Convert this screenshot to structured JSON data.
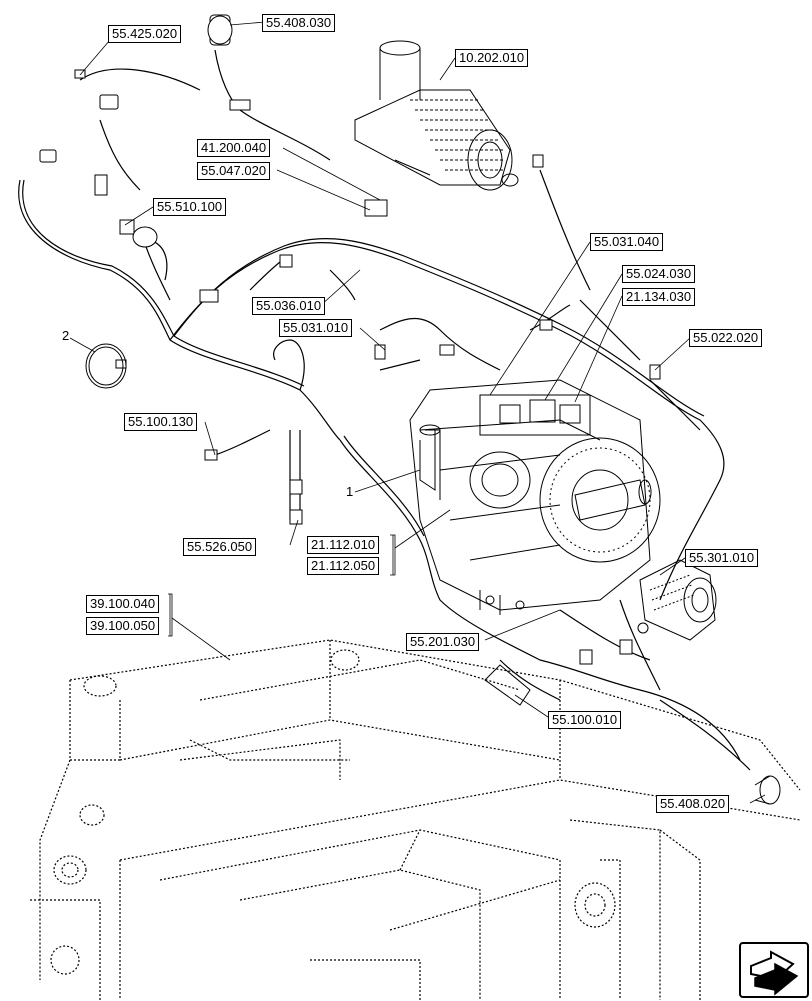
{
  "callouts": {
    "c55_425_020": "55.425.020",
    "c55_408_030": "55.408.030",
    "c10_202_010": "10.202.010",
    "c41_200_040": "41.200.040",
    "c55_047_020": "55.047.020",
    "c55_510_100": "55.510.100",
    "c55_031_040": "55.031.040",
    "c55_024_030": "55.024.030",
    "c21_134_030": "21.134.030",
    "c55_036_010": "55.036.010",
    "c55_031_010": "55.031.010",
    "c55_022_020": "55.022.020",
    "c55_100_130": "55.100.130",
    "c55_526_050": "55.526.050",
    "c21_112_010": "21.112.010",
    "c21_112_050": "21.112.050",
    "c55_301_010": "55.301.010",
    "c39_100_040": "39.100.040",
    "c39_100_050": "39.100.050",
    "c55_201_030": "55.201.030",
    "c55_100_010": "55.100.010",
    "c55_408_020": "55.408.020"
  },
  "item_numbers": {
    "item_1": "1",
    "item_2": "2"
  },
  "navigation": {
    "icon": "next-page-arrow-icon"
  }
}
